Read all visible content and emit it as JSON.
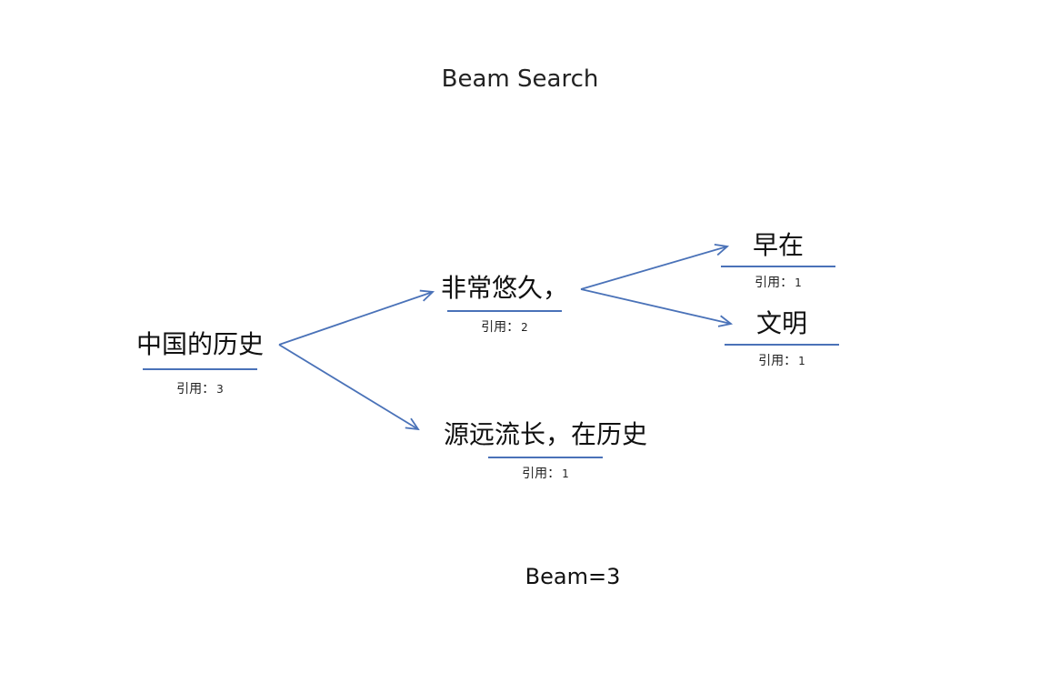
{
  "title": "Beam Search",
  "footer": "Beam=3",
  "cite_label": "引用：",
  "nodes": {
    "root": {
      "text": "中国的历史",
      "count": "3"
    },
    "n1": {
      "text": "非常悠久，",
      "count": "2"
    },
    "n2": {
      "text": "源远流长，在历史",
      "count": "1"
    },
    "n1a": {
      "text": "早在",
      "count": "1"
    },
    "n1b": {
      "text": "文明",
      "count": "1"
    }
  },
  "colors": {
    "edge": "#4a72b8",
    "underline": "#4a72b8",
    "text": "#111111"
  }
}
